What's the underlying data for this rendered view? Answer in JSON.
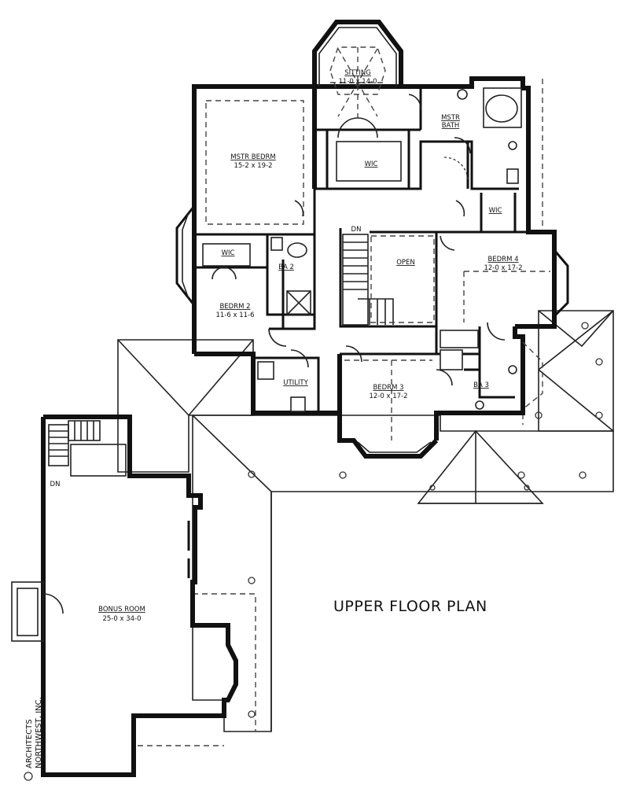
{
  "plan": {
    "title": "UPPER FLOOR PLAN",
    "credit_line1": "ARCHITECTS",
    "credit_line2": "NORTHWEST, INC.",
    "rooms": {
      "sitting": {
        "name": "SITTING",
        "dims": "11-0 x 14-0"
      },
      "master_bedroom": {
        "name": "MSTR BEDRM",
        "dims": "15-2 x 19-2"
      },
      "master_bath": {
        "name": "MSTR",
        "name2": "BATH"
      },
      "wic_master": {
        "name": "WIC"
      },
      "wic_bed2": {
        "name": "WIC"
      },
      "wic_bed4": {
        "name": "WIC"
      },
      "bath2": {
        "name": "BA 2"
      },
      "bedroom2": {
        "name": "BEDRM 2",
        "dims": "11-6 x 11-6"
      },
      "open": {
        "name": "OPEN"
      },
      "bedroom4": {
        "name": "BEDRM 4",
        "dims": "12-0 x 17-2"
      },
      "utility": {
        "name": "UTILITY"
      },
      "bedroom3": {
        "name": "BEDRM 3",
        "dims": "12-0 x 17-2"
      },
      "bath3": {
        "name": "BA 3"
      },
      "bonus_room": {
        "name": "BONUS ROOM",
        "dims": "25-0 x 34-0"
      }
    },
    "stairs": {
      "main_dn": "DN",
      "bonus_dn": "DN"
    }
  }
}
